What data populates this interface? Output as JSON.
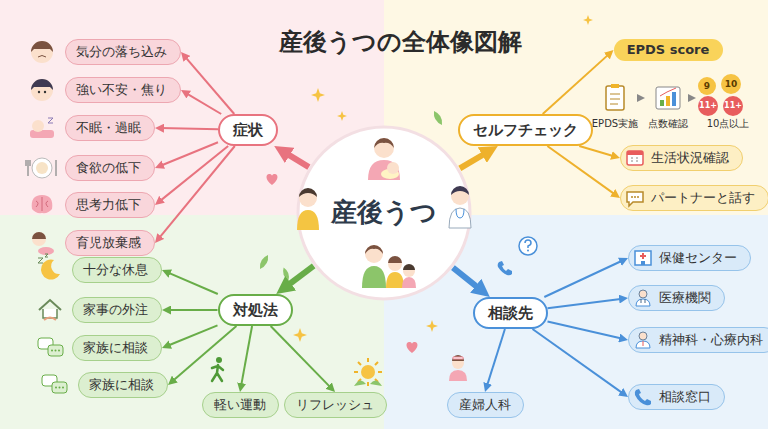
{
  "diagram": {
    "title": "産後うつの全体像図解",
    "nodes": [
      {
        "text": [
          "産後うつ"
        ]
      },
      {
        "text": [
          "症状"
        ]
      },
      {
        "text": [
          "気分の落ち込み"
        ]
      },
      {
        "text": [
          "強い不安・焦り"
        ]
      },
      {
        "text": [
          "不眠・過眠"
        ]
      },
      {
        "text": [
          "食欲の低下"
        ]
      },
      {
        "text": [
          "思考力低下"
        ]
      },
      {
        "text": [
          "育児放棄感"
        ]
      },
      {
        "text": [
          "セルフチェック"
        ]
      },
      {
        "text": [
          "EPDS score"
        ]
      },
      {
        "text": [
          "生活状況確認"
        ]
      },
      {
        "text": [
          "パートナーと話す"
        ]
      },
      {
        "text": [
          "対処法"
        ]
      },
      {
        "text": [
          "十分な休息"
        ]
      },
      {
        "text": [
          "家事の外注"
        ]
      },
      {
        "text": [
          "家族に相談"
        ]
      },
      {
        "text": [
          "家族に相談"
        ]
      },
      {
        "text": [
          "軽い運動"
        ]
      },
      {
        "text": [
          "リフレッシュ"
        ]
      },
      {
        "text": [
          "相談先"
        ]
      },
      {
        "text": [
          "保健センター"
        ]
      },
      {
        "text": [
          "医療機関"
        ]
      },
      {
        "text": [
          "精神科・心療内科"
        ]
      },
      {
        "text": [
          "相談窓口"
        ]
      },
      {
        "text": [
          "産婦人科"
        ]
      }
    ],
    "edges": [
      {
        "from": 0,
        "to": 1,
        "arrow": "to"
      },
      {
        "from": 0,
        "to": 8,
        "arrow": "to"
      },
      {
        "from": 0,
        "to": 12,
        "arrow": "to"
      },
      {
        "from": 0,
        "to": 19,
        "arrow": "to"
      },
      {
        "from": 1,
        "to": 2,
        "arrow": "to"
      },
      {
        "from": 1,
        "to": 3,
        "arrow": "to"
      },
      {
        "from": 1,
        "to": 4,
        "arrow": "to"
      },
      {
        "from": 1,
        "to": 5,
        "arrow": "to"
      },
      {
        "from": 1,
        "to": 6,
        "arrow": "to"
      },
      {
        "from": 1,
        "to": 7,
        "arrow": "to"
      },
      {
        "from": 8,
        "to": 9,
        "arrow": "to"
      },
      {
        "from": 8,
        "to": 10,
        "arrow": "to"
      },
      {
        "from": 8,
        "to": 11,
        "arrow": "to"
      },
      {
        "from": 12,
        "to": 13,
        "arrow": "to"
      },
      {
        "from": 12,
        "to": 14,
        "arrow": "to"
      },
      {
        "from": 12,
        "to": 15,
        "arrow": "to"
      },
      {
        "from": 12,
        "to": 16,
        "arrow": "to"
      },
      {
        "from": 12,
        "to": 17,
        "arrow": "to"
      },
      {
        "from": 12,
        "to": 18,
        "arrow": "to"
      },
      {
        "from": 19,
        "to": 20,
        "arrow": "to"
      },
      {
        "from": 19,
        "to": 21,
        "arrow": "to"
      },
      {
        "from": 19,
        "to": 22,
        "arrow": "to"
      },
      {
        "from": 19,
        "to": 23,
        "arrow": "to"
      },
      {
        "from": 19,
        "to": 24,
        "arrow": "to"
      }
    ],
    "labels": [
      "EPDS実施",
      "点数確認",
      "10点以上",
      "9",
      "10",
      "11+",
      "11+"
    ]
  }
}
